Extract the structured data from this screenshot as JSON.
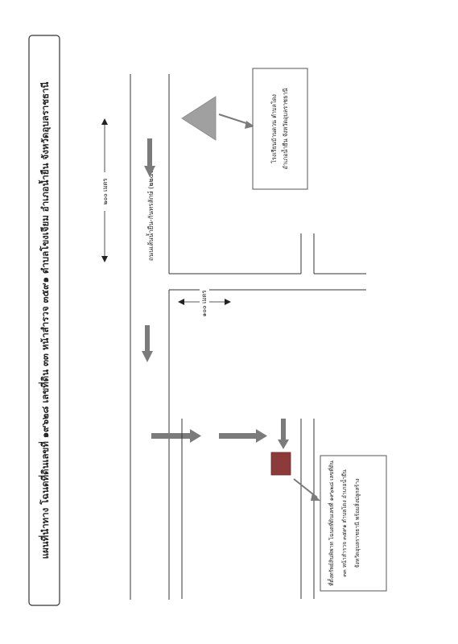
{
  "title": "แผนที่นำทาง โฉนดที่ดินเลขที่ ๑๙๖๒๘ เลขที่ดิน ๓๓ หน้าสำรวจ ๓๕๙๑ ตำบลโขงเจียม อำเภอน้ำยืน จังหวัดอุบลราชธานี",
  "labels": {
    "road_name": "ถนนเส้นน้ำยืน-กันทรลักษ์ (๒๒๔๘)",
    "distance_long": "๒๐๐ เมตร",
    "distance_short": "๑๐๐ เมตร"
  },
  "callouts": {
    "landmark": {
      "line1": "โรงเรียนบ้านดวน ตำบลโดง",
      "line2": "อำเภอน้ำยืน จังหวัดอุบลราชธานี"
    },
    "property": {
      "line1": "ที่ตั้งทรัพย์สินพิพาท โฉนดที่ดินเลขที่ ๑๙๖๒๘ เลขที่ดิน",
      "line2": "๓๓ หน้าสำรวจ ๓๕๙๑ ตำบลโดง อำเภอน้ำยืน",
      "line3": "จังหวัดอุบลราชธานี พร้อมสิ่งปลูกสร้าง"
    }
  },
  "colors": {
    "arrow": "#7b7b7b",
    "landmark_triangle": "#a0a0a0",
    "property_square": "#8c3a3a",
    "frame": "#333333",
    "title_highlight": "#cfcfcf"
  }
}
